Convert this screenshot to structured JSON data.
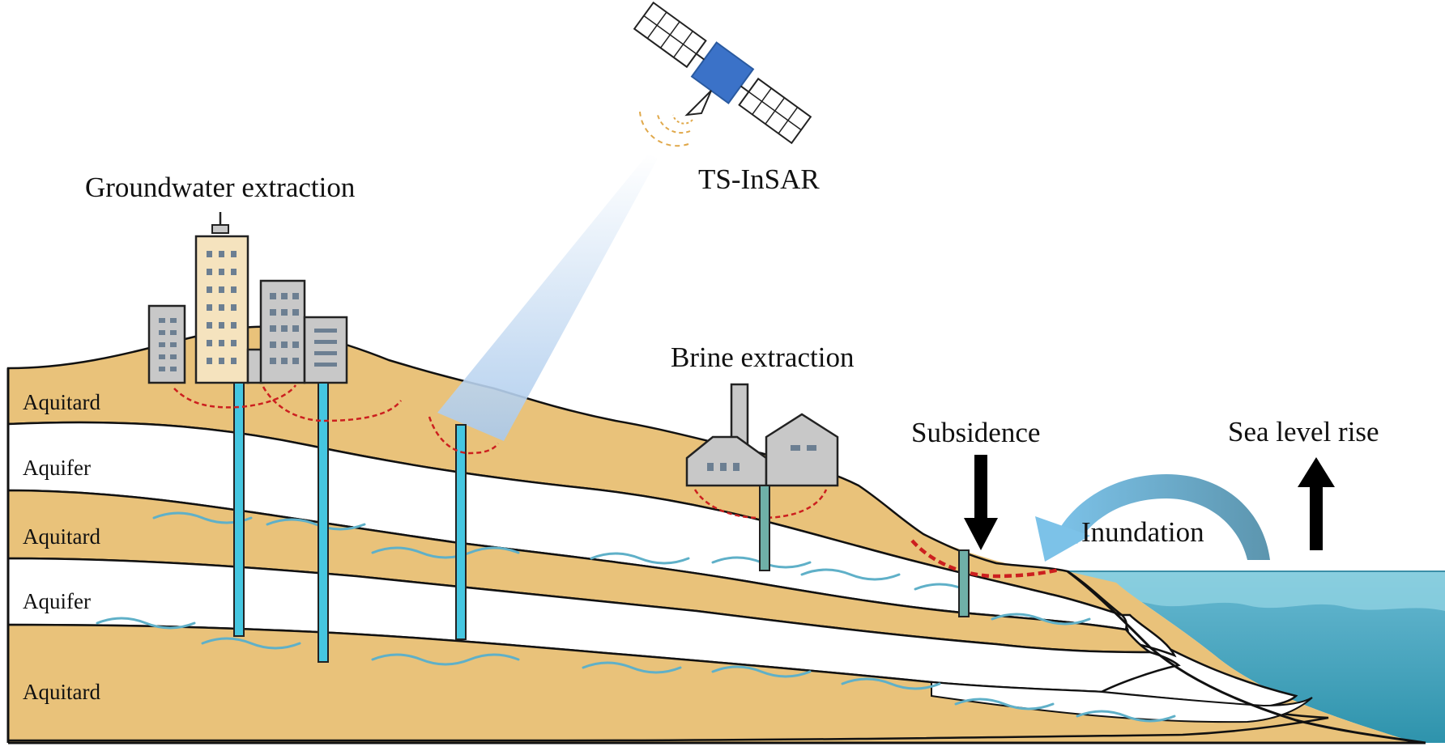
{
  "labels": {
    "satellite": "TS-InSAR",
    "groundwater": "Groundwater extraction",
    "brine": "Brine extraction",
    "subsidence": "Subsidence",
    "sea_level": "Sea level rise",
    "inundation": "Inundation"
  },
  "layers": [
    "Aquitard",
    "Aquifer",
    "Aquitard",
    "Aquifer",
    "Aquitard"
  ],
  "colors": {
    "aquitard": "#E9C27A",
    "aquifer": "#FFFFFF",
    "water_wave": "#5FB0C8",
    "sea_top": "#7EC4D6",
    "sea_deep": "#2D96AE",
    "well_pipe": "#45C6E0",
    "brine_pipe": "#6FB0A8",
    "satellite_body": "#3B72C8",
    "subsidence_ring": "#CC1F1F",
    "inundation_arrow": "#6FB6D8",
    "building_gray": "#C8C8C8",
    "building_tan": "#F5E3BE"
  },
  "icons": [
    "satellite-icon",
    "city-buildings-icon",
    "factory-icon",
    "down-arrow-icon",
    "up-arrow-icon",
    "curved-arrow-icon"
  ]
}
